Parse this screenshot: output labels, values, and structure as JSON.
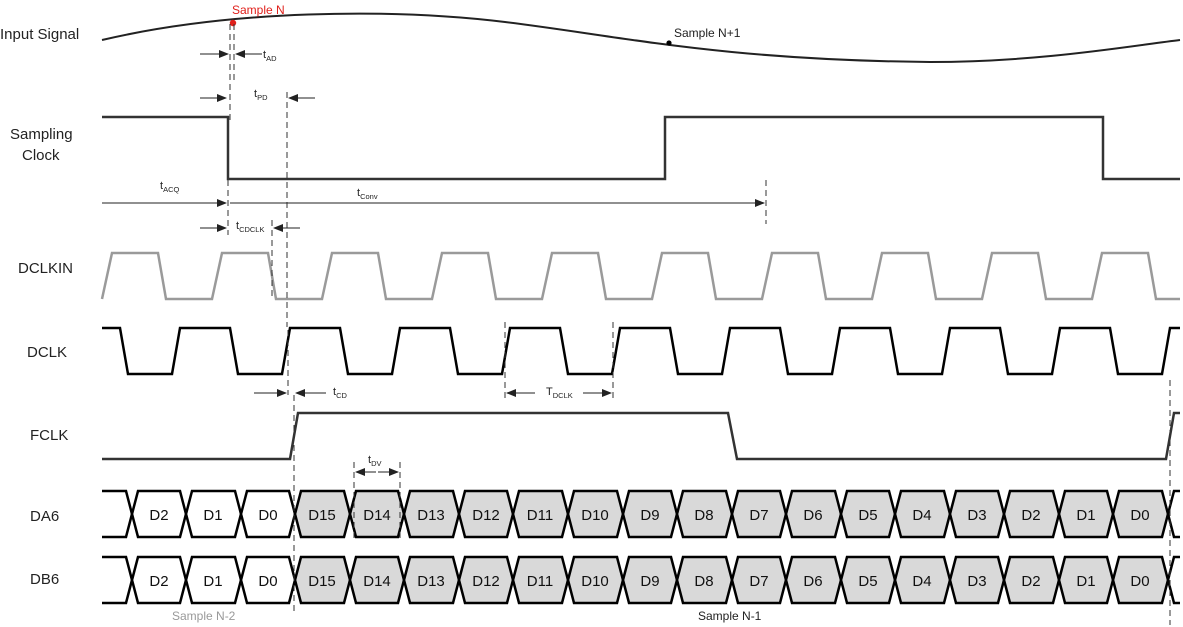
{
  "signals": {
    "input_signal": "Input Signal",
    "sampling_clock_line1": "Sampling",
    "sampling_clock_line2": "Clock",
    "dclkin": "DCLKIN",
    "dclk": "DCLK",
    "fclk": "FCLK",
    "da6": "DA6",
    "db6": "DB6"
  },
  "annotations": {
    "sample_n": "Sample N",
    "sample_n1": "Sample N+1",
    "t_ad_main": "t",
    "t_ad_sub": "AD",
    "t_pd_main": "t",
    "t_pd_sub": "PD",
    "t_acq_main": "t",
    "t_acq_sub": "ACQ",
    "t_conv_main": "t",
    "t_conv_sub": "Conv",
    "t_cdclk_main": "t",
    "t_cdclk_sub": "CDCLK",
    "t_cd_main": "t",
    "t_cd_sub": "CD",
    "t_dclk_main": "T",
    "t_dclk_sub": "DCLK",
    "t_dv_main": "t",
    "t_dv_sub": "DV",
    "sample_n_minus_2": "Sample N-2",
    "sample_n_minus_1": "Sample N-1"
  },
  "data_bits": {
    "previous_sample": [
      "D2",
      "D1",
      "D0"
    ],
    "current_sample": [
      "D15",
      "D14",
      "D13",
      "D12",
      "D11",
      "D10",
      "D9",
      "D8",
      "D7",
      "D6",
      "D5",
      "D4",
      "D3",
      "D2",
      "D1",
      "D0"
    ]
  },
  "colors": {
    "signal_line": "#000000",
    "dclkin_line": "#9a9a9a",
    "fclk_line": "#333333",
    "sample_n_marker": "#e0201b",
    "muted_text": "#999999",
    "current_cell_fill": "#d9d9d9",
    "previous_cell_fill": "#ffffff"
  }
}
